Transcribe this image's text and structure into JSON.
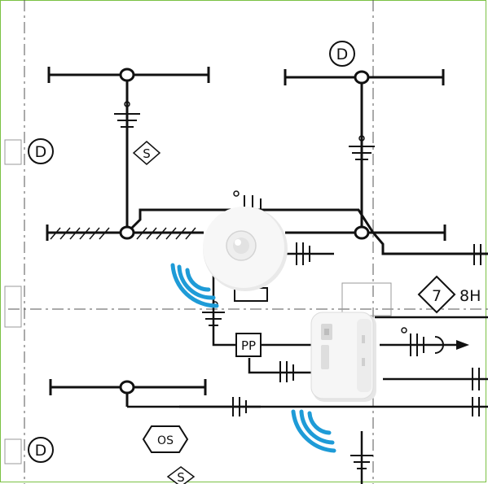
{
  "symbols": {
    "door_label": "D",
    "sensor_label": "S",
    "power_pack_label": "PP",
    "occupancy_label": "OS",
    "circuit_number": "7",
    "circuit_suffix": "8H"
  },
  "devices": {
    "ceiling_sensor_icon": "ceiling-occupancy-sensor-icon",
    "wall_module_icon": "plug-in-power-module-icon",
    "wireless_icon": "wireless-signal-icon"
  },
  "colors": {
    "frame": "#7ac143",
    "wireless": "#1e9bd7",
    "line": "#111111"
  }
}
